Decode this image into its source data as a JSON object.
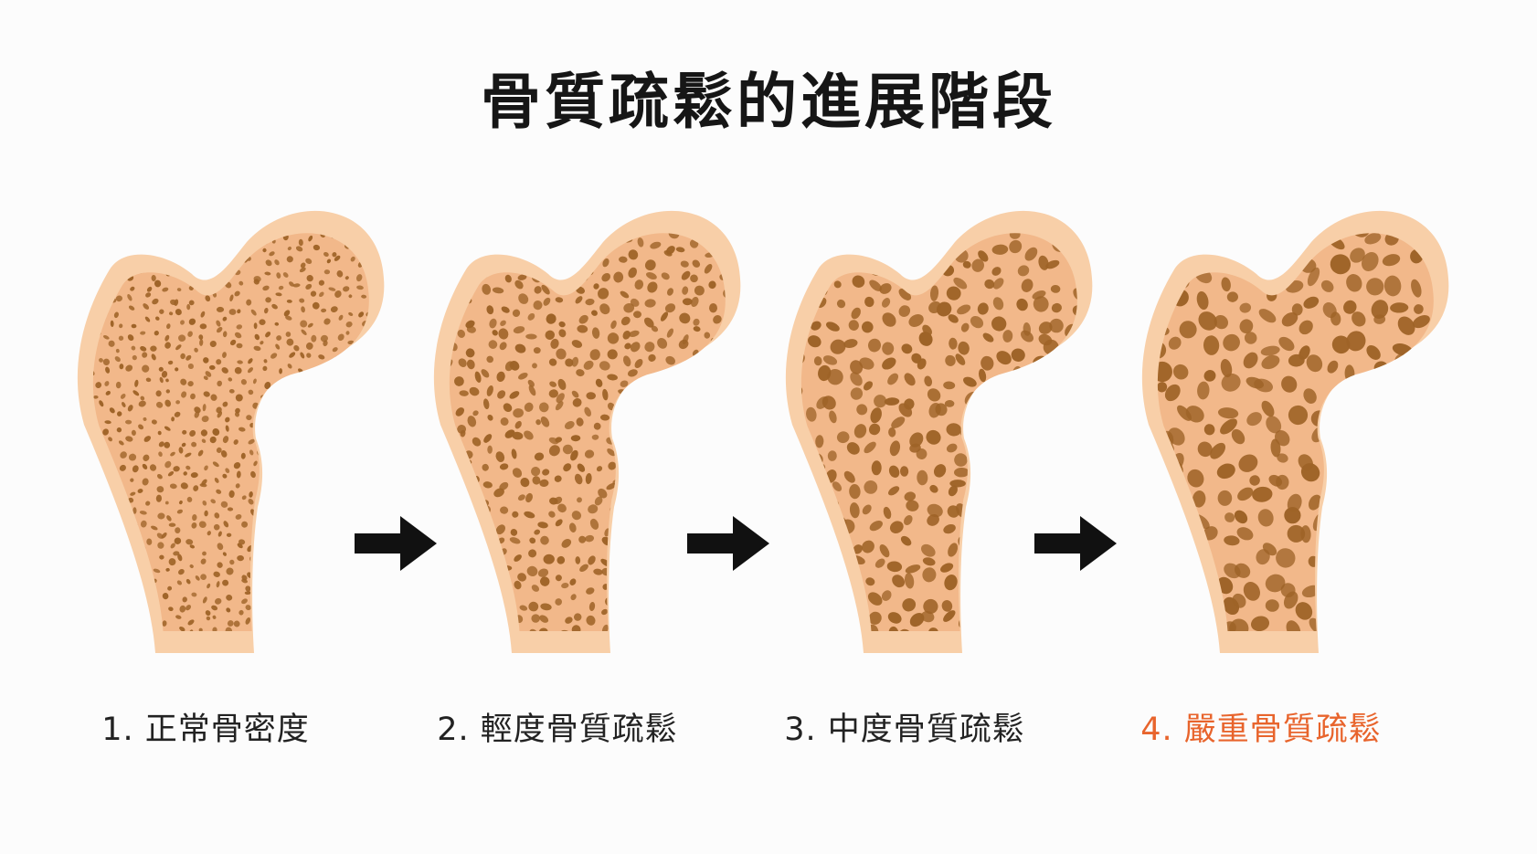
{
  "title": "骨質疏鬆的進展階段",
  "colors": {
    "bone_fill": "#f2b88a",
    "bone_outline": "#f8cfa8",
    "pore": "#9e6327",
    "arrow": "#111111",
    "text": "#222222",
    "highlight": "#e8642c"
  },
  "stages": [
    {
      "label": "1. 正常骨密度",
      "porosity": 0.15,
      "highlight": false
    },
    {
      "label": "2. 輕度骨質疏鬆",
      "porosity": 0.38,
      "highlight": false
    },
    {
      "label": "3. 中度骨質疏鬆",
      "porosity": 0.65,
      "highlight": false
    },
    {
      "label": "4. 嚴重骨質疏鬆",
      "porosity": 0.92,
      "highlight": true
    }
  ],
  "arrows": [
    "arrow-right-icon",
    "arrow-right-icon",
    "arrow-right-icon"
  ]
}
